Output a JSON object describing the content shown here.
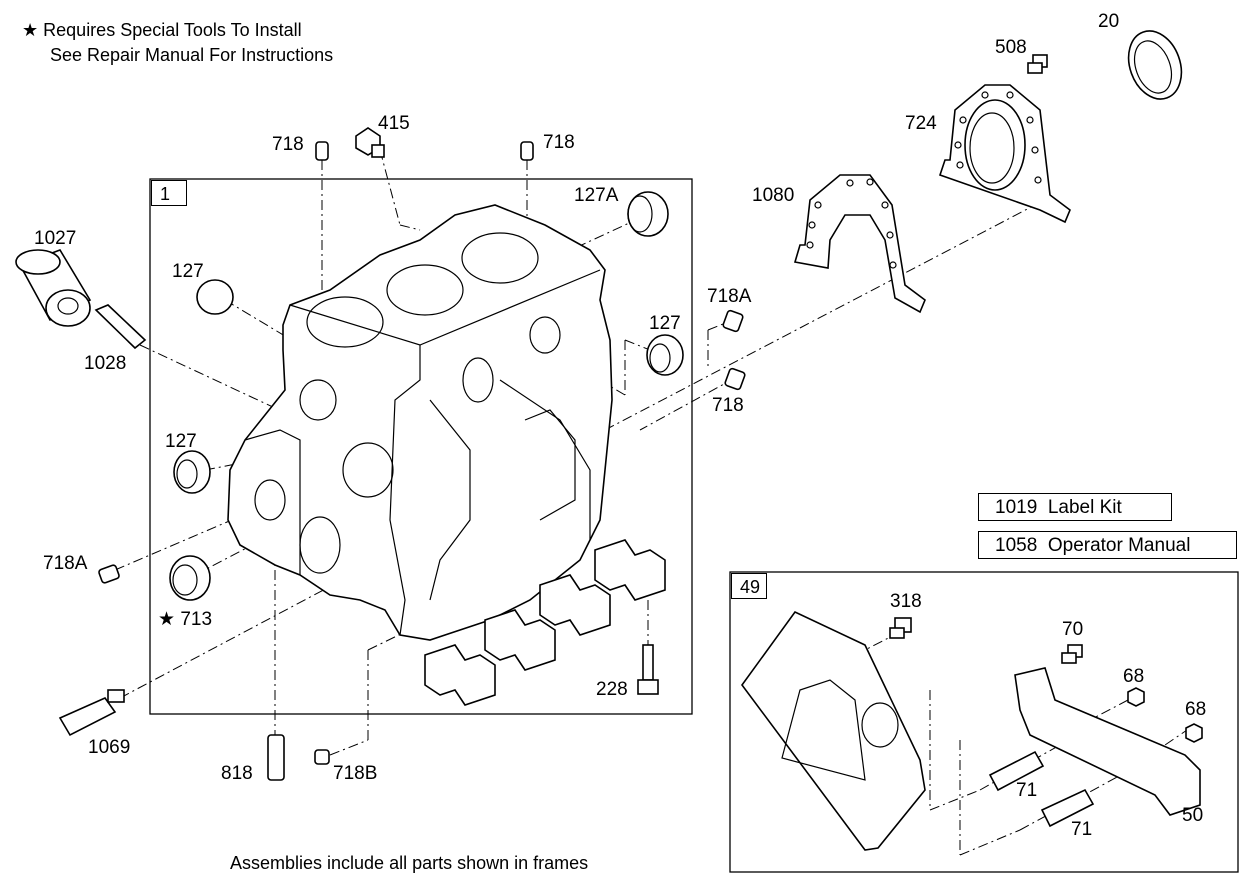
{
  "notes": {
    "star": "★",
    "line1": "Requires Special Tools To Install",
    "line2": "See Repair Manual For Instructions",
    "footer": "Assemblies include all parts shown in frames"
  },
  "frames": {
    "main_tag": "1",
    "sub_tag": "49"
  },
  "kits": [
    {
      "number": "1019",
      "name": "Label Kit"
    },
    {
      "number": "1058",
      "name": "Operator Manual"
    }
  ],
  "labels": {
    "p20": "20",
    "p508": "508",
    "p724": "724",
    "p1080": "1080",
    "p415": "415",
    "p718_a": "718",
    "p718_b": "718",
    "p127A": "127A",
    "p1027": "1027",
    "p1028": "1028",
    "p127_left": "127",
    "p127_mid": "127",
    "p127_right": "127",
    "p718A_right": "718A",
    "p718_right": "718",
    "p718A_left": "718A",
    "p713": "713",
    "p1069": "1069",
    "p818": "818",
    "p718B": "718B",
    "p228": "228",
    "p318": "318",
    "p70": "70",
    "p68_a": "68",
    "p68_b": "68",
    "p71_a": "71",
    "p71_b": "71",
    "p50": "50"
  }
}
